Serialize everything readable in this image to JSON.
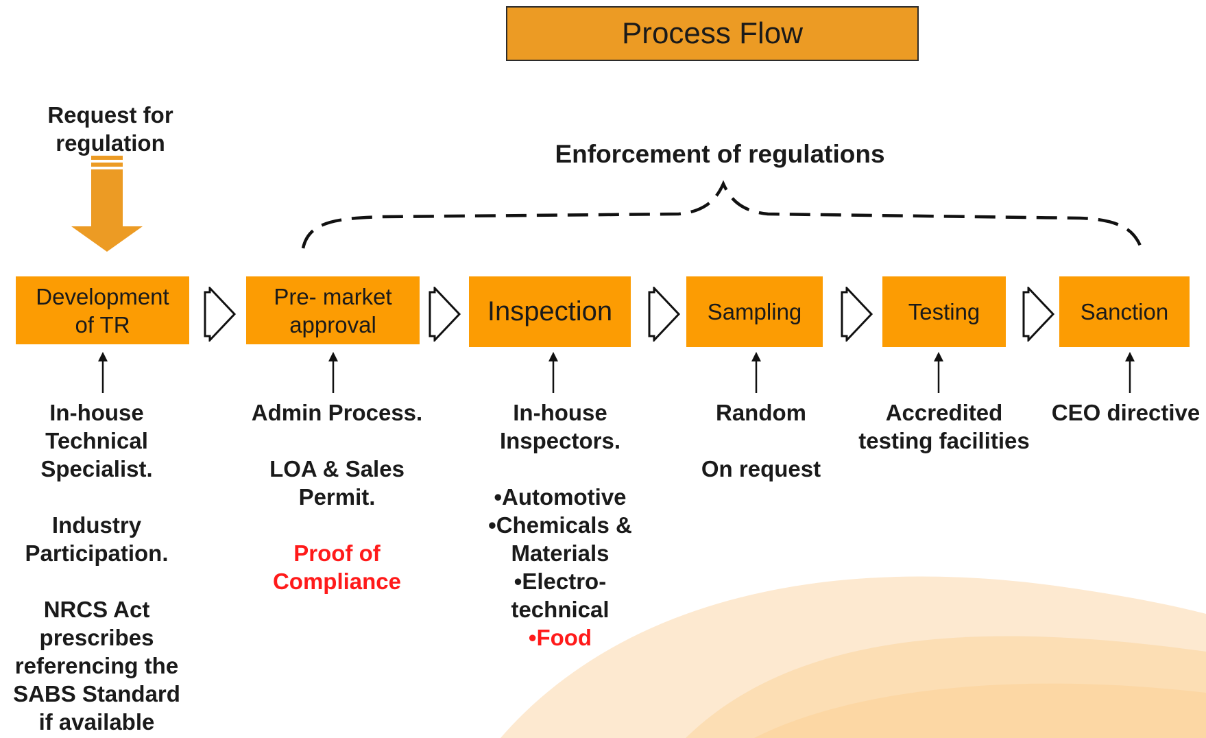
{
  "title": "Process Flow",
  "request_label": "Request for\nregulation",
  "enforcement_label": "Enforcement of regulations",
  "steps": [
    {
      "label": "Development\nof TR"
    },
    {
      "label": "Pre- market\napproval"
    },
    {
      "label": "Inspection"
    },
    {
      "label": "Sampling"
    },
    {
      "label": "Testing"
    },
    {
      "label": "Sanction"
    }
  ],
  "notes": {
    "development": [
      "In-house",
      "Technical",
      "Specialist.",
      "",
      "Industry",
      "Participation.",
      "",
      "NRCS Act",
      "prescribes",
      "referencing the",
      "SABS Standard",
      "if available"
    ],
    "premarket": [
      "Admin Process.",
      "",
      "LOA & Sales",
      "Permit."
    ],
    "premarket_highlight": [
      "Proof of",
      "Compliance"
    ],
    "inspection": [
      "In-house",
      "Inspectors.",
      "",
      "•Automotive",
      "•Chemicals &",
      "Materials",
      "•Electro-",
      "technical"
    ],
    "inspection_highlight": "Food",
    "inspection_highlight_bullet": "•",
    "sampling": [
      "Random",
      "",
      "On request"
    ],
    "testing": [
      "Accredited",
      "testing facilities"
    ],
    "sanction": [
      "CEO directive"
    ]
  },
  "colors": {
    "step_fill": "#fc9c03",
    "title_fill": "#ec9b24",
    "highlight_text": "#ff1a1a",
    "swoosh": "#fde3c2"
  }
}
